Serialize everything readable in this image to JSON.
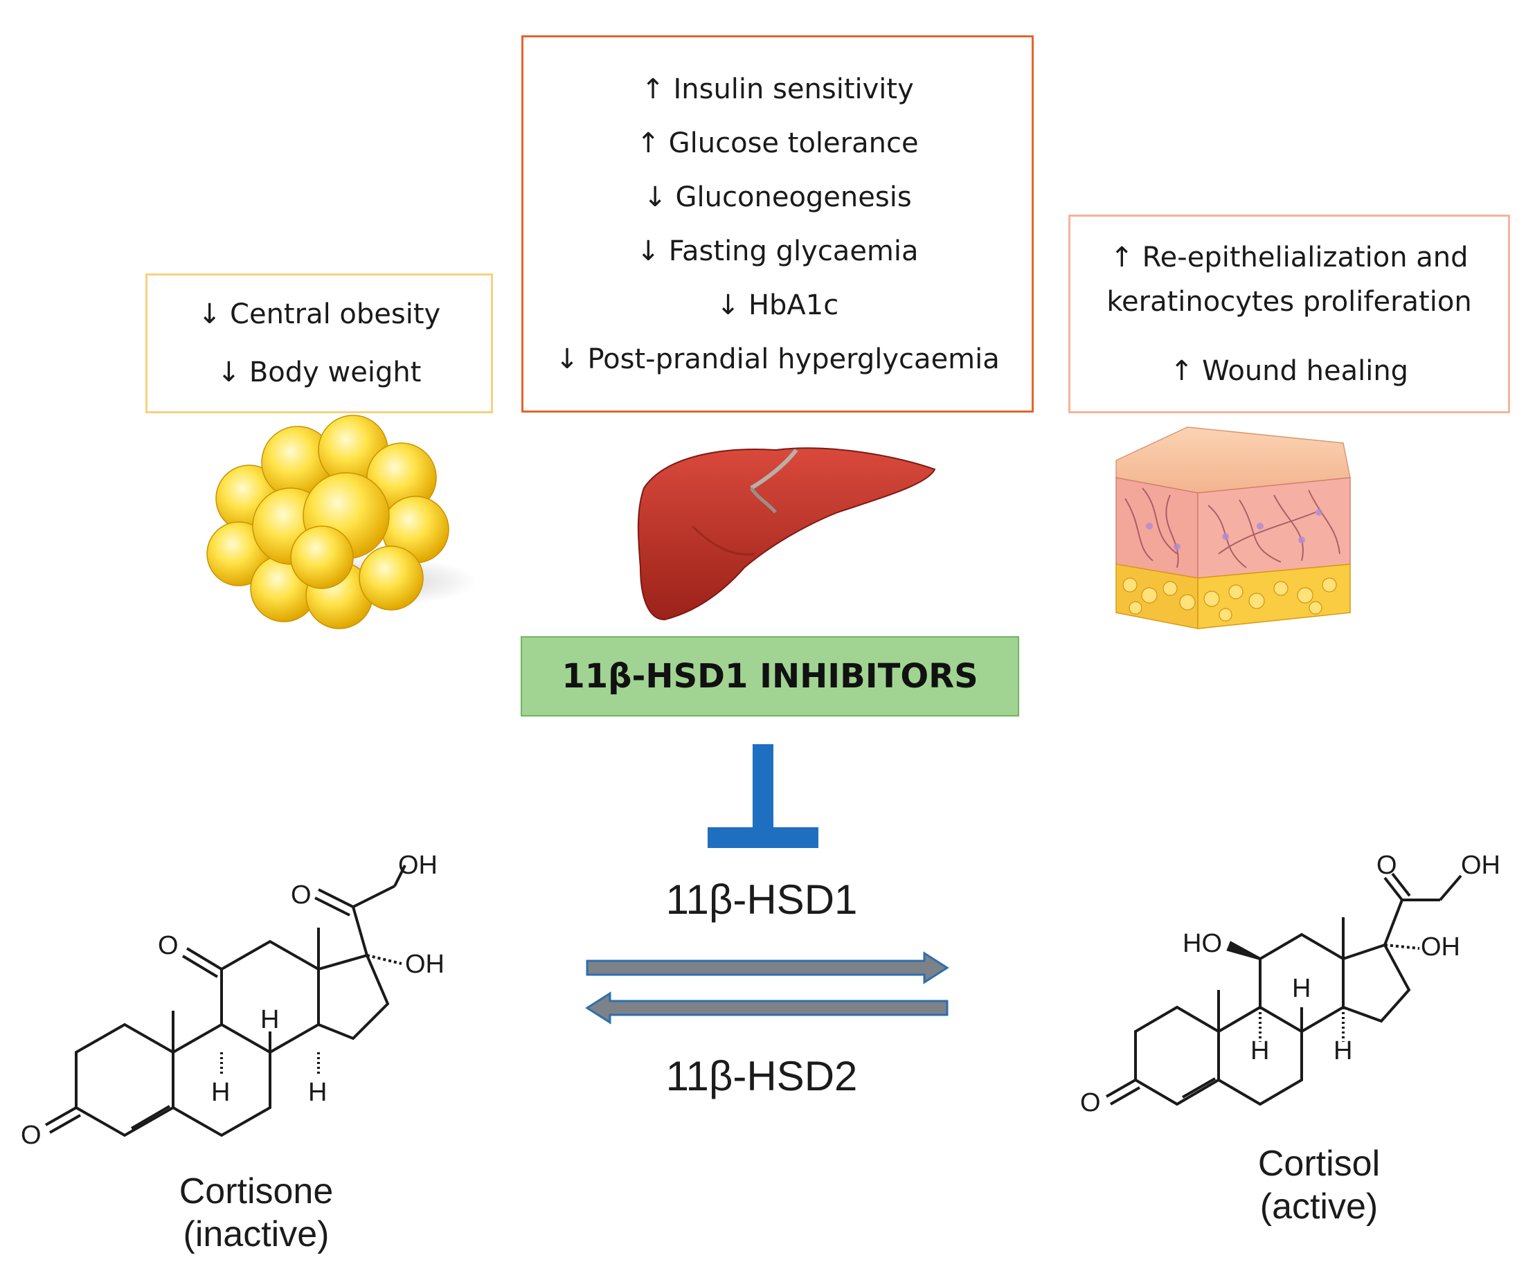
{
  "adipose": {
    "lines": [
      "↓ Central obesity",
      "↓ Body weight"
    ]
  },
  "liver": {
    "lines": [
      "↑ Insulin sensitivity",
      "↑ Glucose tolerance",
      "↓ Gluconeogenesis",
      "↓ Fasting glycaemia",
      "↓ HbA1c",
      "↓ Post-prandial hyperglycaemia"
    ]
  },
  "skin": {
    "lines": [
      "↑ Re-epithelialization and",
      "keratinocytes proliferation",
      "↑ Wound healing"
    ]
  },
  "inhibitors": {
    "label": "11β-HSD1 INHIBITORS"
  },
  "enzymes": {
    "forward": "11β-HSD1",
    "reverse": "11β-HSD2"
  },
  "cortisone": {
    "name": "Cortisone",
    "state": "(inactive)",
    "atoms": {
      "oh_top": "OH",
      "oh_side": "OH",
      "o_ketone": "O",
      "o_11": "O",
      "o_3": "O",
      "h1": "H",
      "h2": "H",
      "h3": "H"
    }
  },
  "cortisol": {
    "name": "Cortisol",
    "state": "(active)",
    "atoms": {
      "oh_top": "OH",
      "oh_side": "OH",
      "o_ketone": "O",
      "ho_11": "HO",
      "o_3": "O",
      "h1": "H",
      "h2": "H",
      "h3": "H"
    }
  },
  "colors": {
    "adipose_border": "#f6d27e",
    "liver_border": "#e2652c",
    "skin_border": "#f8b39a",
    "inhibitor_fill": "#a1d492",
    "inhibition_bar": "#1f6fc1",
    "arrow_fill": "#7d8288",
    "arrow_outline": "#2d6fb0"
  },
  "icons": [
    "adipose-tissue-icon",
    "liver-icon",
    "skin-icon"
  ]
}
